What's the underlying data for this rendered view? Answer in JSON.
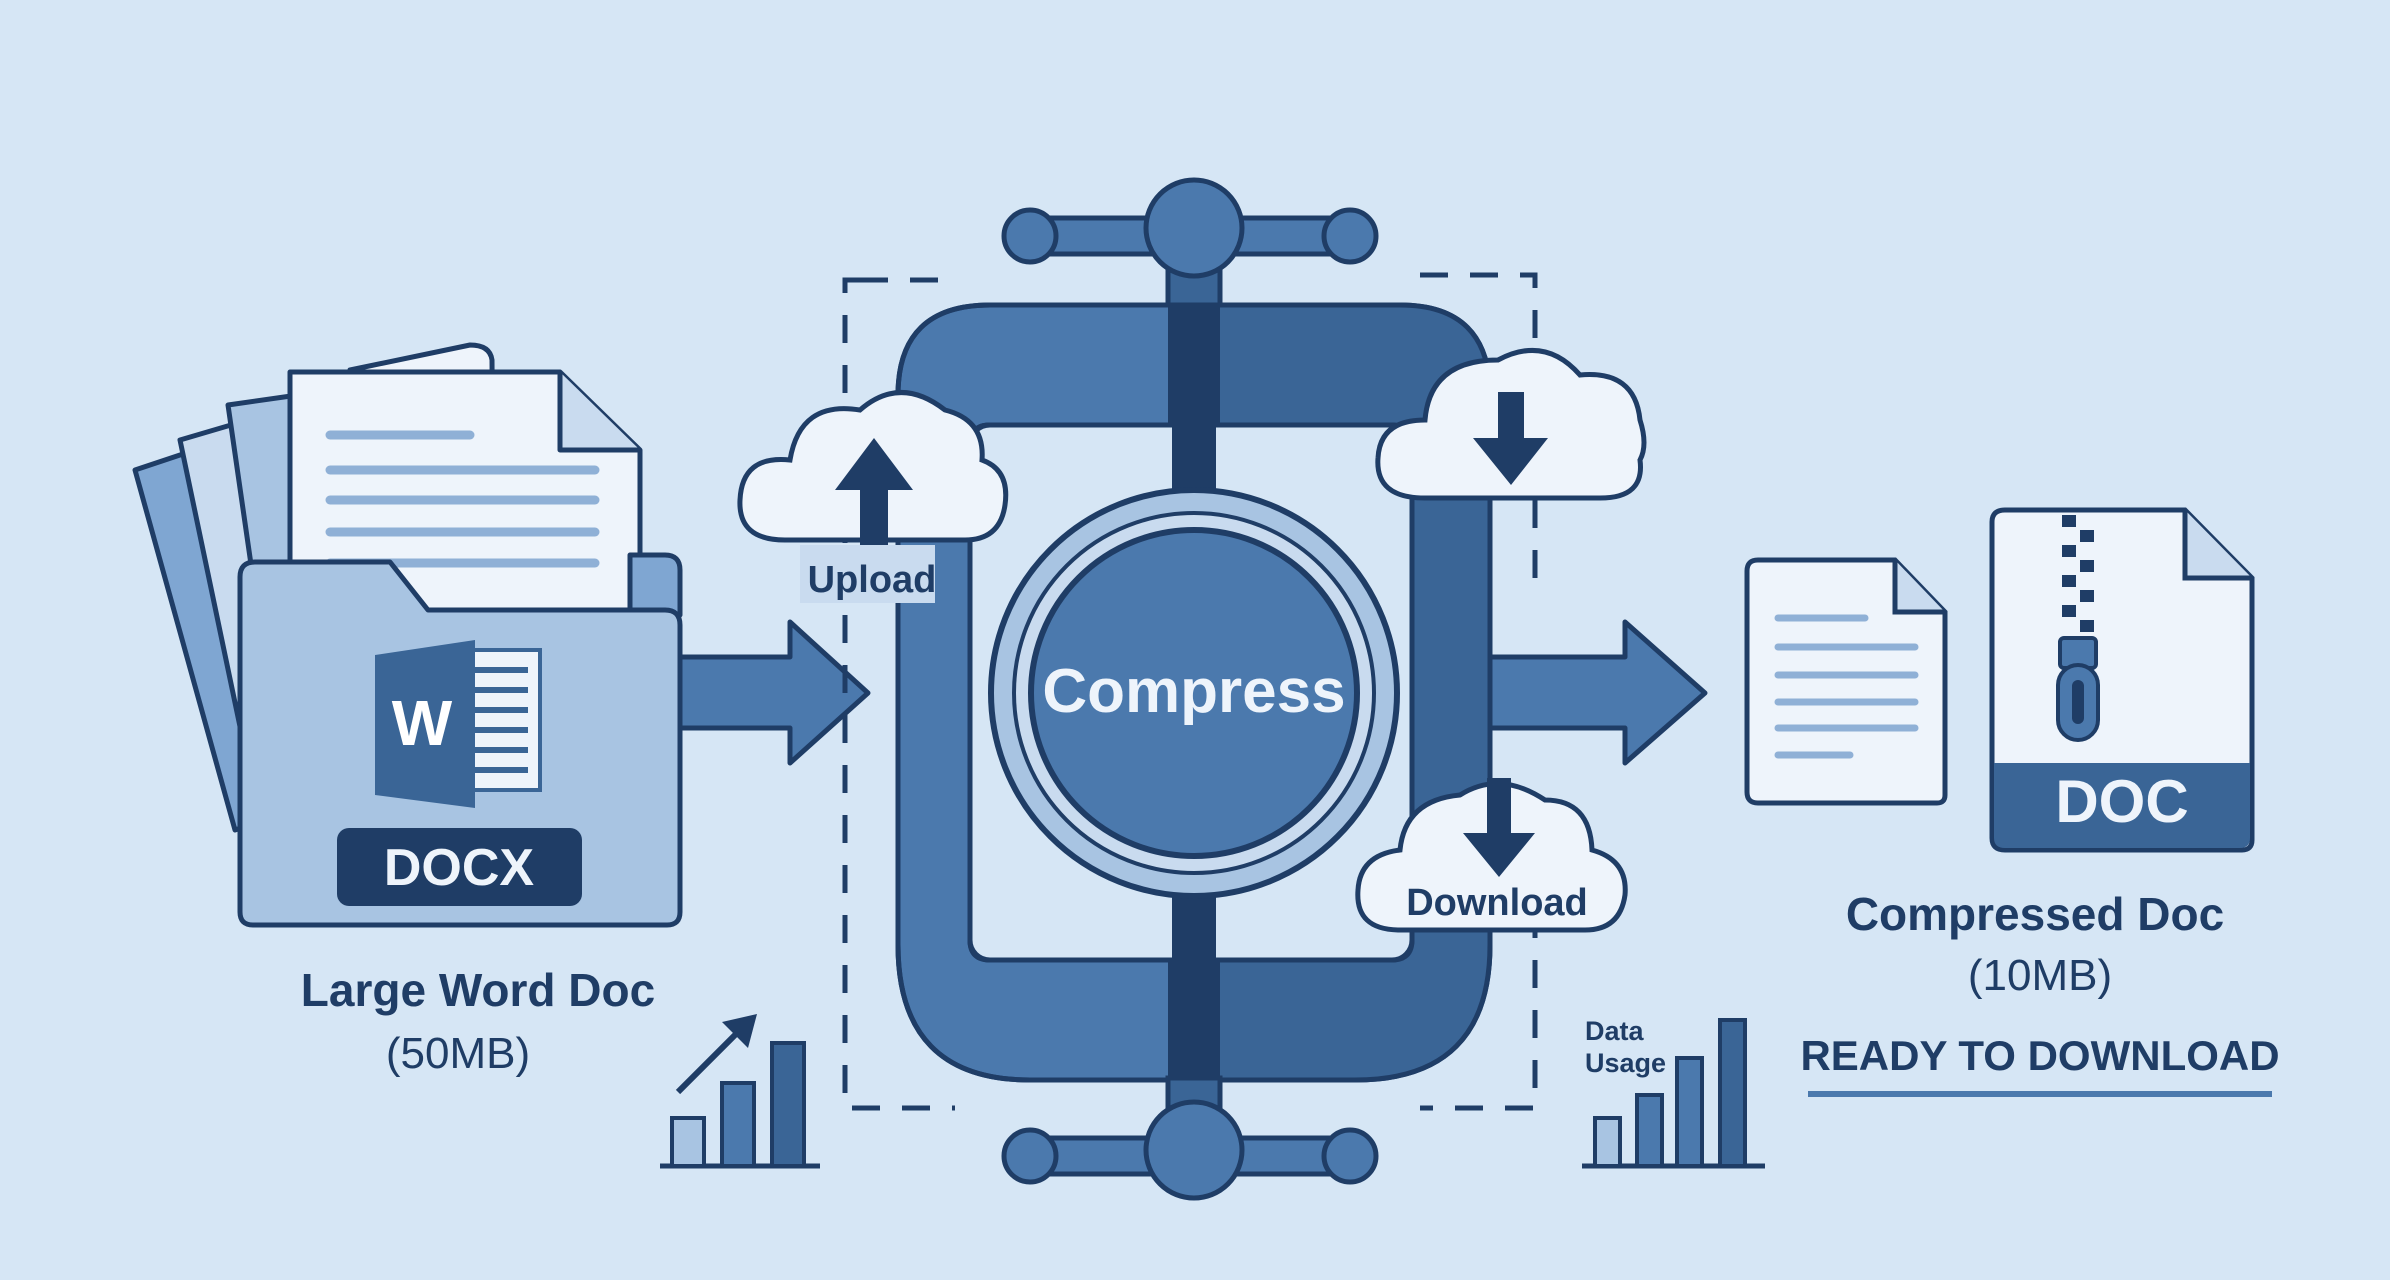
{
  "colors": {
    "background": "#d6e6f5",
    "outline": "#1f3d66",
    "primary": "#4b79ad",
    "primary_dark": "#3a6596",
    "light": "#a8c4e2",
    "paper": "#eef4fb",
    "text_line": "#8fb0d6",
    "label": "#1f3d66"
  },
  "left": {
    "badge": "DOCX",
    "word_letter": "W",
    "title": "Large Word Doc",
    "size": "(50MB)"
  },
  "center": {
    "button": "Compress",
    "upload": "Upload",
    "download": "Download"
  },
  "right": {
    "badge": "DOC",
    "title": "Compressed Doc",
    "size": "(10MB)",
    "status": "READY TO DOWNLOAD"
  },
  "data_usage": {
    "label_line1": "Data",
    "label_line2": "Usage"
  },
  "icons": [
    "folder-icon",
    "word-icon",
    "document-icon",
    "zip-file-icon",
    "upload-cloud-icon",
    "download-cloud-icon",
    "clamp-icon",
    "bar-chart-icon",
    "trend-arrow-icon",
    "arrow-right-icon"
  ]
}
